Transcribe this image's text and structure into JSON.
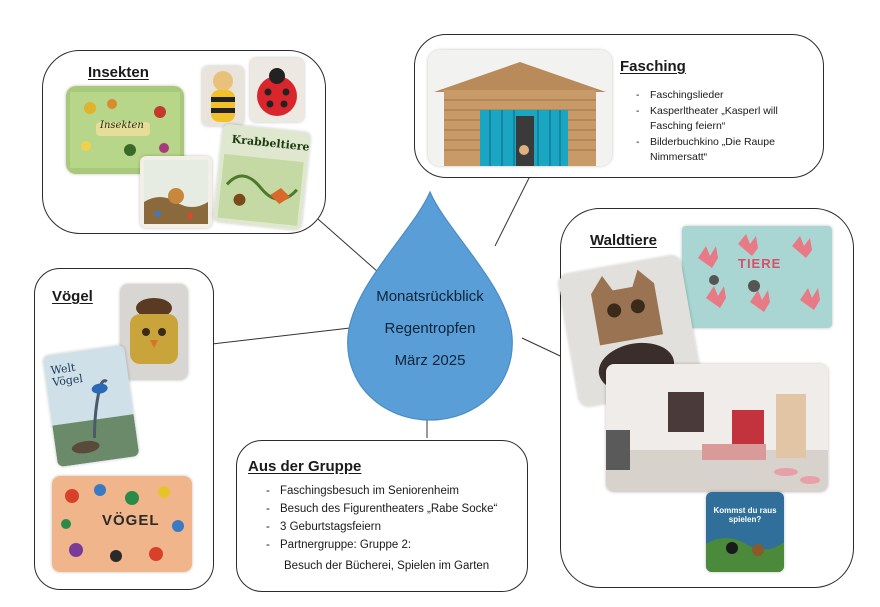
{
  "center": {
    "line1": "Monatsrückblick",
    "line2": "Regentropfen",
    "line3": "März 2025",
    "drop_color": "#5a9ed8"
  },
  "insekten": {
    "title": "Insekten",
    "book1_title": "Krabbeltiere",
    "poster_label": "Insekten"
  },
  "fasching": {
    "title": "Fasching",
    "items": [
      "Faschingslieder",
      "Kasperltheater „Kasperl will Fasching feiern“",
      "Bilderbuchkino „Die Raupe Nimmersatt“"
    ]
  },
  "waldtiere": {
    "title": "Waldtiere",
    "poster_label": "TIERE",
    "book_title": "Kommst du raus spielen?"
  },
  "voegel": {
    "title": "Vögel",
    "book_title_line1": "Welt",
    "book_title_line2": "Vögel",
    "poster_label": "VÖGEL"
  },
  "gruppe": {
    "title": "Aus der Gruppe",
    "items": [
      "Faschingsbesuch im Seniorenheim",
      "Besuch des Figurentheaters „Rabe Socke“",
      "3 Geburtstagsfeiern",
      "Partnergruppe: Gruppe 2:"
    ],
    "extra_line": "Besuch der Bücherei, Spielen im Garten"
  }
}
